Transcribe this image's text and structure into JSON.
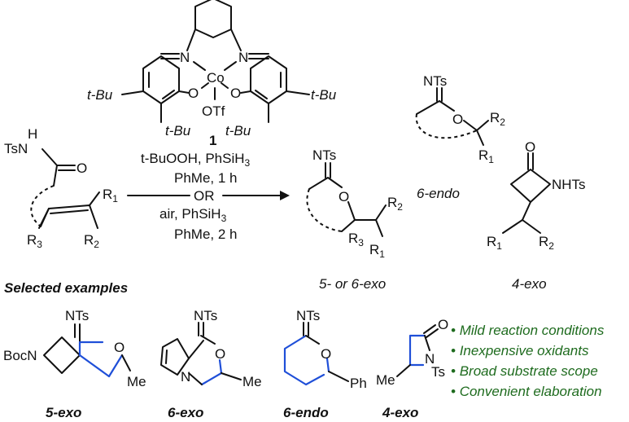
{
  "catalyst": {
    "number": "1",
    "ligand_labels": [
      "t-Bu",
      "t-Bu",
      "t-Bu",
      "t-Bu"
    ],
    "metal": "Co",
    "counterion": "OTf",
    "atoms": {
      "n": "N",
      "o": "O"
    }
  },
  "substrate": {
    "amide_group": "TsN",
    "amide_h": "H",
    "carbonyl_o": "O",
    "r1": "R",
    "r1_sub": "1",
    "r2": "R",
    "r2_sub": "2",
    "r3": "R",
    "r3_sub": "3"
  },
  "conditions": {
    "line1": "t-BuOOH, PhSiH",
    "line1_sub": "3",
    "line2": "PhMe, 1 h",
    "or_label": "OR",
    "line3": "air, PhSiH",
    "line3_sub": "3",
    "line4": "PhMe, 2 h"
  },
  "products": {
    "nts": "NTs",
    "o": "O",
    "exo_label": "5- or 6-exo",
    "endo_label": "6-endo",
    "four_exo_label": "4-exo",
    "nhts": "NHTs",
    "r": "R",
    "sub1": "1",
    "sub2": "2",
    "sub3": "3"
  },
  "examples": {
    "heading": "Selected examples",
    "items": [
      {
        "label": "5-exo",
        "atoms": [
          "NTs",
          "BocN",
          "O",
          "Me"
        ]
      },
      {
        "label": "6-exo",
        "atoms": [
          "NTs",
          "O",
          "N",
          "Me"
        ]
      },
      {
        "label": "6-endo",
        "atoms": [
          "NTs",
          "O",
          "Ph"
        ]
      },
      {
        "label": "4-exo",
        "atoms": [
          "O",
          "N",
          "Ts",
          "Me"
        ]
      }
    ]
  },
  "highlights": [
    "Mild reaction conditions",
    "Inexpensive oxidants",
    "Broad substrate scope",
    "Convenient elaboration"
  ],
  "colors": {
    "highlight_text": "#1e6b1e",
    "new_bonds": "#1f4fd8",
    "ink": "#111111"
  }
}
